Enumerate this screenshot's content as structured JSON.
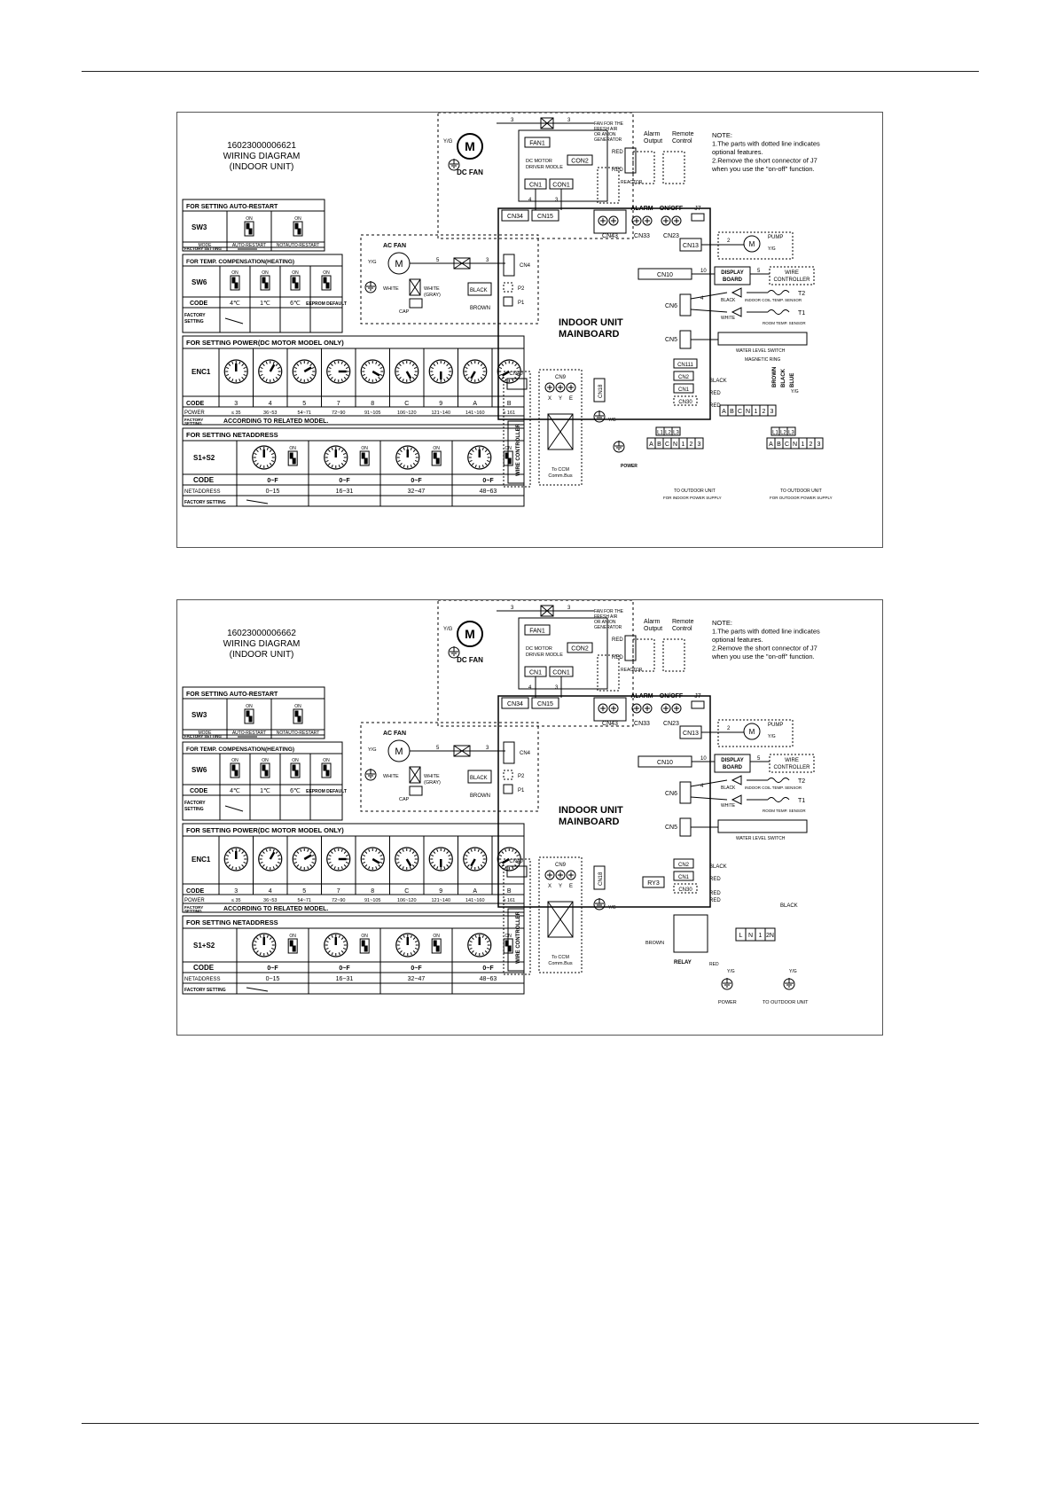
{
  "diagrams": [
    {
      "id": "16023000006621",
      "title_lines": [
        "16023000006621",
        "WIRING DIAGRAM",
        "(INDOOR UNIT)"
      ],
      "note": [
        "NOTE:",
        "1.The parts with dotted line indicates",
        "optional features.",
        "2.Remove the short connector of J7",
        "when you use the \"on-off\" function."
      ],
      "auto_restart": {
        "header": "FOR SETTING AUTO-RESTART",
        "switch": "SW3",
        "on": "ON",
        "mode_label": "MODE",
        "modes": [
          "AUTO-RESTART",
          "NOTAUTO-RESTART"
        ],
        "factory_label": "FACTORY SETTING"
      },
      "temp_comp": {
        "header": "FOR TEMP. COMPENSATION(HEATING)",
        "switch": "SW6",
        "code_label": "CODE",
        "codes": [
          "4℃",
          "1℃",
          "6℃",
          "EEPROM DEFAULT"
        ],
        "factory_label": "FACTORY SETTING"
      },
      "power": {
        "header": "FOR SETTING POWER(DC MOTOR MODEL ONLY)",
        "switch": "ENC1",
        "code_label": "CODE",
        "codes": [
          "3",
          "4",
          "5",
          "7",
          "8",
          "C",
          "9",
          "A",
          "B"
        ],
        "power_label": "POWER",
        "powers": [
          "≤ 35",
          "36~53",
          "54~71",
          "72~90",
          "91~105",
          "106~120",
          "121~140",
          "141~160",
          "≥ 161"
        ],
        "factory_label": "FACTORY SETTING",
        "factory_text": "ACCORDING TO RELATED MODEL."
      },
      "netaddress": {
        "header": "FOR SETTING NETADDRESS",
        "switch": "S1+S2",
        "code_label": "CODE",
        "codes": [
          "0~F",
          "0~F",
          "0~F",
          "0~F"
        ],
        "addr_label": "NETADDRESS",
        "addrs": [
          "0~15",
          "16~31",
          "32~47",
          "48~63"
        ],
        "factory_label": "FACTORY SETTING"
      },
      "labels": {
        "mainboard": [
          "INDOOR UNIT",
          "MAINBOARD"
        ],
        "fan_fresh": [
          "FAN FOR THE",
          "FRESH AIR",
          "OR ANION",
          "GENERATOR"
        ],
        "alarm_output": [
          "Alarm",
          "Output"
        ],
        "remote_control": [
          "Remote",
          "Control"
        ],
        "dc_fan": "DC FAN",
        "fan1": "FAN1",
        "dc_driver": [
          "DC MOTOR",
          "DRIVER MODLE"
        ],
        "con2": "CON2",
        "con1": "CON1",
        "cn1": "CN1",
        "reactor": "REACTOR",
        "red": "RED",
        "cn34": "CN34",
        "cn15": "CN15",
        "cn43": "CN43",
        "alarm": "ALARM",
        "cn33": "CN33",
        "onoff": "ON/OFF",
        "cn23": "CN23",
        "j7": "J7",
        "cn13": "CN13",
        "pump": "PUMP",
        "yg": "Y/G",
        "cn10": "CN10",
        "display_board": [
          "DISPLAY",
          "BOARD"
        ],
        "wire_controller": [
          "WIRE",
          "CONTROLLER"
        ],
        "ac_fan": "AC FAN",
        "white": "WHITE",
        "white_gray": [
          "WHITE",
          "(GRAY)"
        ],
        "cap": "CAP",
        "cn4": "CN4",
        "black": "BLACK",
        "brown": "BROWN",
        "p1": "P1",
        "p2": "P2",
        "cn6": "CN6",
        "t2": "T2",
        "t1": "T1",
        "coil_sensor": "INDOOR COIL TEMP. SENSOR",
        "room_sensor": "ROOM TEMP. SENSOR",
        "cn5": "CN5",
        "water_switch": "WATER LEVEL SWITCH",
        "cn111": "CN111",
        "magnetic_ring": "MAGNETIC RING",
        "cn2": "CN2",
        "cn30": "CN30",
        "blue": "BLUE",
        "cn40": "CN40",
        "cn9": "CN9",
        "xye": [
          "X",
          "Y",
          "E"
        ],
        "cn18": "CN18",
        "to_ccm": [
          "To CCM",
          "Comm.Bus"
        ],
        "terminal": [
          "A",
          "B",
          "C",
          "N",
          "1",
          "2",
          "3"
        ],
        "l123": [
          "L1",
          "L2",
          "L3"
        ],
        "power_lbl": "POWER",
        "to_outdoor": "TO OUTDOOR UNIT",
        "indoor_supply": "FOR INDOOR POWER SUPPLY",
        "outdoor_supply": "FOR OUTDOOR POWER SUPPLY"
      }
    },
    {
      "id": "16023000006662",
      "title_lines": [
        "16023000006662",
        "WIRING DIAGRAM",
        "(INDOOR UNIT)"
      ],
      "note": [
        "NOTE:",
        "1.The parts with dotted line indicates",
        "optional features.",
        "2.Remove the short connector of J7",
        "when you use the \"on-off\" function."
      ],
      "auto_restart": {
        "header": "FOR SETTING AUTO-RESTART",
        "switch": "SW3",
        "on": "ON",
        "mode_label": "MODE",
        "modes": [
          "AUTO-RESTART",
          "NOTAUTO-RESTART"
        ],
        "factory_label": "FACTORY SETTING"
      },
      "temp_comp": {
        "header": "FOR TEMP. COMPENSATION(HEATING)",
        "switch": "SW6",
        "code_label": "CODE",
        "codes": [
          "4℃",
          "1℃",
          "6℃",
          "EEPROM DEFAULT"
        ],
        "factory_label": "FACTORY SETTING"
      },
      "power": {
        "header": "FOR SETTING POWER(DC MOTOR MODEL ONLY)",
        "switch": "ENC1",
        "code_label": "CODE",
        "codes": [
          "3",
          "4",
          "5",
          "7",
          "8",
          "C",
          "9",
          "A",
          "B"
        ],
        "power_label": "POWER",
        "powers": [
          "≤ 35",
          "36~53",
          "54~71",
          "72~90",
          "91~105",
          "106~120",
          "121~140",
          "141~160",
          "≥ 161"
        ],
        "factory_label": "FACTORY SETTING",
        "factory_text": "ACCORDING TO RELATED MODEL."
      },
      "netaddress": {
        "header": "FOR SETTING NETADDRESS",
        "switch": "S1+S2",
        "code_label": "CODE",
        "codes": [
          "0~F",
          "0~F",
          "0~F",
          "0~F"
        ],
        "addr_label": "NETADDRESS",
        "addrs": [
          "0~15",
          "16~31",
          "32~47",
          "48~63"
        ],
        "factory_label": "FACTORY SETTING"
      },
      "labels": {
        "mainboard": [
          "INDOOR UNIT",
          "MAINBOARD"
        ],
        "fan_fresh": [
          "FAN FOR THE",
          "FRESH AIR",
          "OR ANION",
          "GENERATOR"
        ],
        "alarm_output": [
          "Alarm",
          "Output"
        ],
        "remote_control": [
          "Remote",
          "Control"
        ],
        "dc_fan": "DC FAN",
        "fan1": "FAN1",
        "dc_driver": [
          "DC MOTOR",
          "DRIVER MODLE"
        ],
        "con2": "CON2",
        "con1": "CON1",
        "cn1": "CN1",
        "reactor": "REACTOR",
        "red": "RED",
        "cn34": "CN34",
        "cn15": "CN15",
        "cn43": "CN43",
        "alarm": "ALARM",
        "cn33": "CN33",
        "onoff": "ON/OFF",
        "cn23": "CN23",
        "j7": "J7",
        "cn13": "CN13",
        "pump": "PUMP",
        "yg": "Y/G",
        "cn10": "CN10",
        "display_board": [
          "DISPLAY",
          "BOARD"
        ],
        "wire_controller": [
          "WIRE",
          "CONTROLLER"
        ],
        "ac_fan": "AC FAN",
        "white": "WHITE",
        "white_gray": [
          "WHITE",
          "(GRAY)"
        ],
        "cap": "CAP",
        "cn4": "CN4",
        "black": "BLACK",
        "brown": "BROWN",
        "p1": "P1",
        "p2": "P2",
        "cn6": "CN6",
        "t2": "T2",
        "t1": "T1",
        "coil_sensor": "INDOOR COIL TEMP. SENSOR",
        "room_sensor": "ROOM TEMP. SENSOR",
        "cn5": "CN5",
        "water_switch": "WATER LEVEL SWITCH",
        "cn2": "CN2",
        "cn30": "CN30",
        "ry3": "RY3",
        "relay": "RELAY",
        "cn40": "CN40",
        "cn9": "CN9",
        "xye": [
          "X",
          "Y",
          "E"
        ],
        "cn18": "CN18",
        "to_ccm": [
          "To CCM",
          "Comm.Bus"
        ],
        "terminal": [
          "L",
          "N",
          "1",
          "2N"
        ],
        "power_lbl": "POWER",
        "to_outdoor": "TO OUTDOOR UNIT"
      }
    }
  ]
}
